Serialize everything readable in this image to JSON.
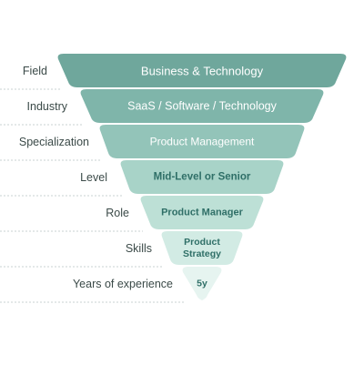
{
  "colors": {
    "divider": "#c9d2d0",
    "label": "#3b4a48",
    "light_text": "#ffffff",
    "dark_text": "#2f6f67"
  },
  "rows": [
    {
      "label": "Field",
      "value": "Business & Technology",
      "fill": "#6fa79c",
      "text_color": "light"
    },
    {
      "label": "Industry",
      "value": "SaaS / Software / Technology",
      "fill": "#7fb5aa",
      "text_color": "light"
    },
    {
      "label": "Specialization",
      "value": "Product Management",
      "fill": "#93c4b9",
      "text_color": "light"
    },
    {
      "label": "Level",
      "value": "Mid-Level or Senior",
      "fill": "#a8d3c8",
      "text_color": "dark"
    },
    {
      "label": "Role",
      "value": "Product Manager",
      "fill": "#bde0d6",
      "text_color": "dark"
    },
    {
      "label": "Skills",
      "value": "Product\nStrategy",
      "fill": "#d2ebe4",
      "text_color": "dark"
    },
    {
      "label": "Years of experience",
      "value": "5y",
      "fill": "#e6f4f0",
      "text_color": "dark"
    }
  ]
}
